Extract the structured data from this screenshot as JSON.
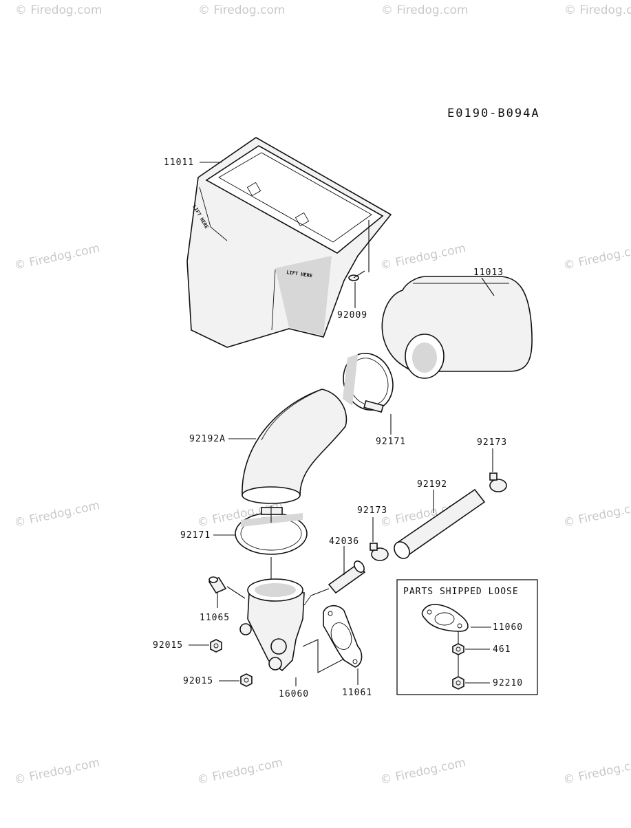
{
  "diagram_code": "E0190-B094A",
  "watermark_text": "© Firedog.com",
  "box_title": "PARTS SHIPPED LOOSE",
  "housing_text": "LIFT HERE",
  "labels": {
    "p11011": "11011",
    "p92009": "92009",
    "p11013": "11013",
    "p92192A": "92192A",
    "p92171_top": "92171",
    "p92173_right": "92173",
    "p92192": "92192",
    "p92173_left": "92173",
    "p92171_left": "92171",
    "p42036": "42036",
    "p11065": "11065",
    "p92015_a": "92015",
    "p92015_b": "92015",
    "p16060": "16060",
    "p11061": "11061",
    "p11060": "11060",
    "p461": "461",
    "p92210": "92210"
  }
}
